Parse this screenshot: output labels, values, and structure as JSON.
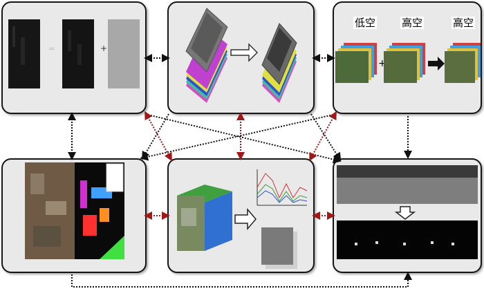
{
  "panels": {
    "decomposition": {
      "op_equals": "=",
      "op_plus": "+"
    },
    "registration": {},
    "fusion": {
      "label_low": "低空",
      "label_high": "高空",
      "label_result": "高空",
      "op_plus": "+"
    },
    "classification": {},
    "spectral": {},
    "detection": {}
  },
  "colors": {
    "black_arrow": "#111111",
    "red_arrow": "#a01818",
    "panel_bg": "#e9e9e9",
    "panel_border": "#151515"
  }
}
